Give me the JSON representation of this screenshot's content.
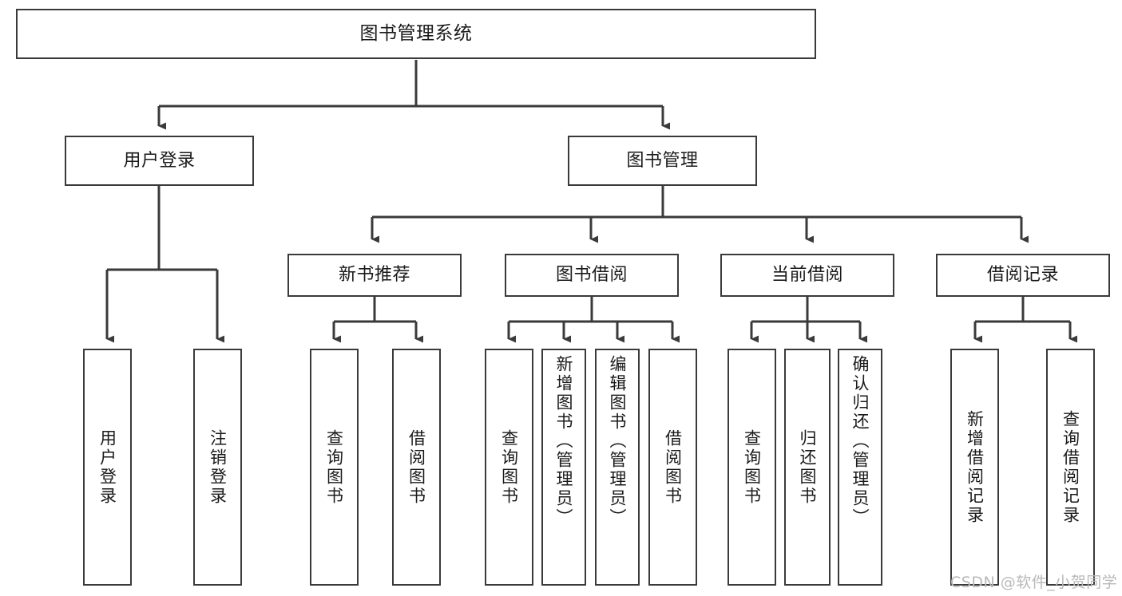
{
  "diagram": {
    "type": "tree-hierarchy",
    "title": "图书管理系统",
    "orientation": "top-down",
    "levels": 4
  },
  "root": {
    "label": "图书管理系统"
  },
  "level2": [
    {
      "id": "user-login",
      "label": "用户登录"
    },
    {
      "id": "book-manage",
      "label": "图书管理"
    }
  ],
  "level3": [
    {
      "id": "new-book-recommend",
      "label": "新书推荐"
    },
    {
      "id": "book-borrow",
      "label": "图书借阅"
    },
    {
      "id": "current-borrow",
      "label": "当前借阅"
    },
    {
      "id": "borrow-record",
      "label": "借阅记录"
    }
  ],
  "leaves": {
    "user_login": [
      {
        "id": "leaf-user-login",
        "label": "用户登录"
      },
      {
        "id": "leaf-logout",
        "label": "注销登录"
      }
    ],
    "new_book_recommend": [
      {
        "id": "leaf-query-book-1",
        "label": "查询图书"
      },
      {
        "id": "leaf-borrow-book-1",
        "label": "借阅图书"
      }
    ],
    "book_borrow": [
      {
        "id": "leaf-query-book-2",
        "label": "查询图书"
      },
      {
        "id": "leaf-add-book",
        "label": "新增图书（管理员）"
      },
      {
        "id": "leaf-edit-book",
        "label": "编辑图书（管理员）"
      },
      {
        "id": "leaf-borrow-book-2",
        "label": "借阅图书"
      }
    ],
    "current_borrow": [
      {
        "id": "leaf-query-book-3",
        "label": "查询图书"
      },
      {
        "id": "leaf-return-book",
        "label": "归还图书"
      },
      {
        "id": "leaf-confirm-return",
        "label": "确认归还（管理员）"
      }
    ],
    "borrow_record": [
      {
        "id": "leaf-add-record",
        "label": "新增借阅记录"
      },
      {
        "id": "leaf-query-record",
        "label": "查询借阅记录"
      }
    ]
  },
  "watermark": {
    "text": "CSDN @软件_小贺同学"
  },
  "colors": {
    "stroke": "#3a3a3a",
    "background": "#ffffff",
    "text": "#1a1a1a",
    "watermark": "#b9b9b9"
  }
}
